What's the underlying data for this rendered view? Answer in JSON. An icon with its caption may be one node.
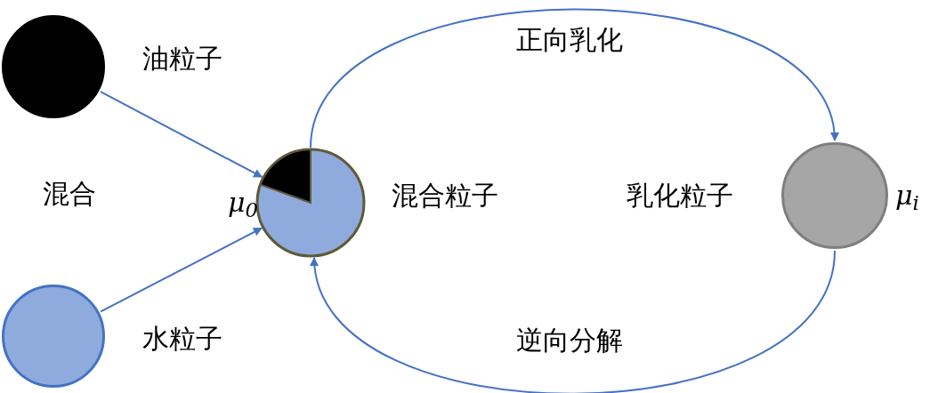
{
  "diagram": {
    "nodes": [
      {
        "text": [],
        "shape": "circle",
        "beside": [
          "油粒子"
        ]
      },
      {
        "text": [],
        "shape": "circle",
        "beside": [
          "水粒子"
        ]
      },
      {
        "text": [],
        "shape": "circle",
        "beside": [
          "μ$_{0}$",
          "混合粒子"
        ]
      },
      {
        "text": [],
        "shape": "circle",
        "beside": [
          "乳化粒子",
          "μ$_{i}$"
        ]
      }
    ],
    "edges": [
      {
        "from": 0,
        "to": 2,
        "arrow": "to"
      },
      {
        "from": 1,
        "to": 2,
        "arrow": "to"
      },
      {
        "from": 2,
        "to": 3,
        "arrow": "to",
        "label": "正向乳化"
      },
      {
        "from": 3,
        "to": 2,
        "arrow": "to",
        "label": "逆向分解"
      }
    ],
    "labels": [
      "混合"
    ]
  }
}
